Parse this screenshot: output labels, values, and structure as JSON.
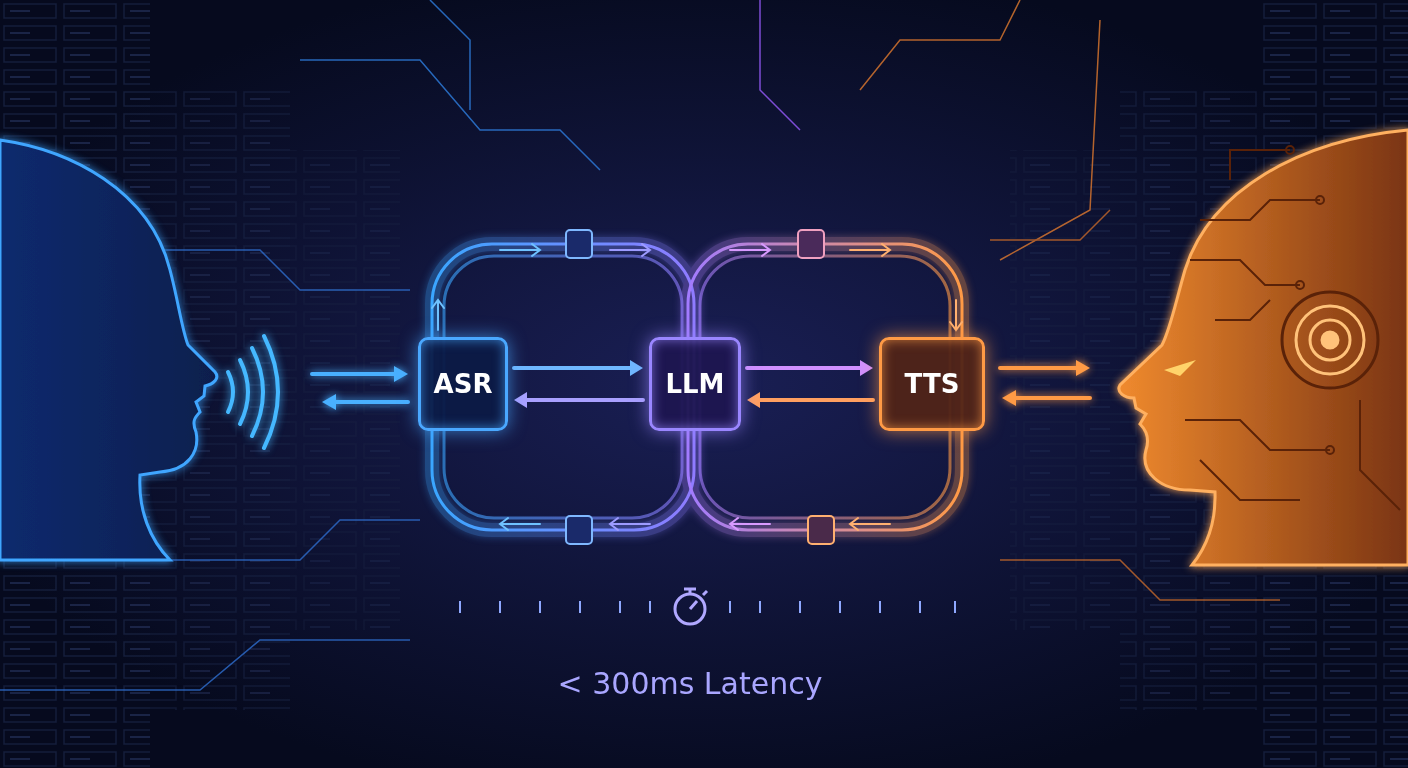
{
  "diagram": {
    "nodes": [
      {
        "text": [
          "ASR"
        ]
      },
      {
        "text": [
          "LLM"
        ]
      },
      {
        "text": [
          "TTS"
        ]
      }
    ],
    "edges": [
      {
        "from": 0,
        "to": 1,
        "arrow": "to"
      },
      {
        "from": 1,
        "to": 0,
        "arrow": "to"
      },
      {
        "from": 1,
        "to": 2,
        "arrow": "to"
      },
      {
        "from": 2,
        "to": 1,
        "arrow": "to"
      }
    ],
    "labels": [
      "< 300ms Latency"
    ]
  }
}
